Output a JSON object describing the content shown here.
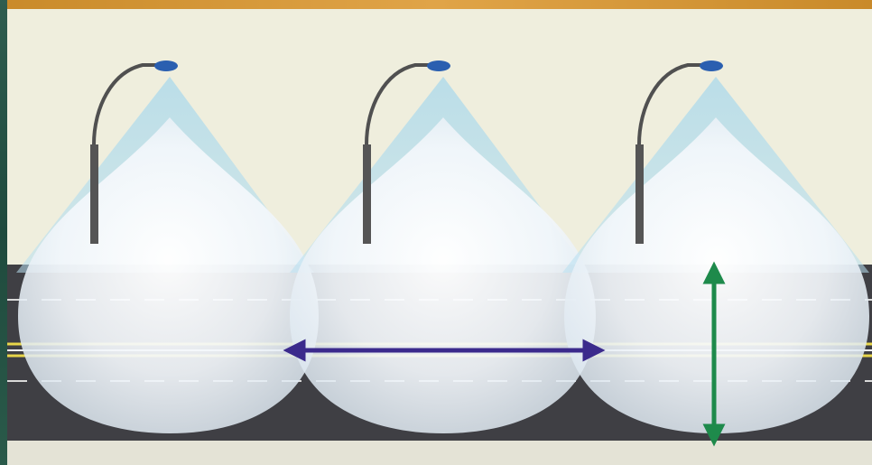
{
  "diagram": {
    "colors": {
      "sky": "#efeedd",
      "road": "#3f3f44",
      "pavement": "#e4e3d6",
      "beam": "#a9d8ec",
      "pool": "#ffffff",
      "spacing_arrow": "#3b2a8c",
      "height_arrow": "#1e8a4b",
      "lamp_head": "#2a5fb0",
      "pole": "#505050"
    },
    "lamps": [
      {
        "name": "streetlight-1"
      },
      {
        "name": "streetlight-2"
      },
      {
        "name": "streetlight-3"
      }
    ],
    "arrows": [
      {
        "name": "spacing-arrow",
        "orientation": "horizontal"
      },
      {
        "name": "road-width-arrow",
        "orientation": "vertical"
      }
    ]
  }
}
